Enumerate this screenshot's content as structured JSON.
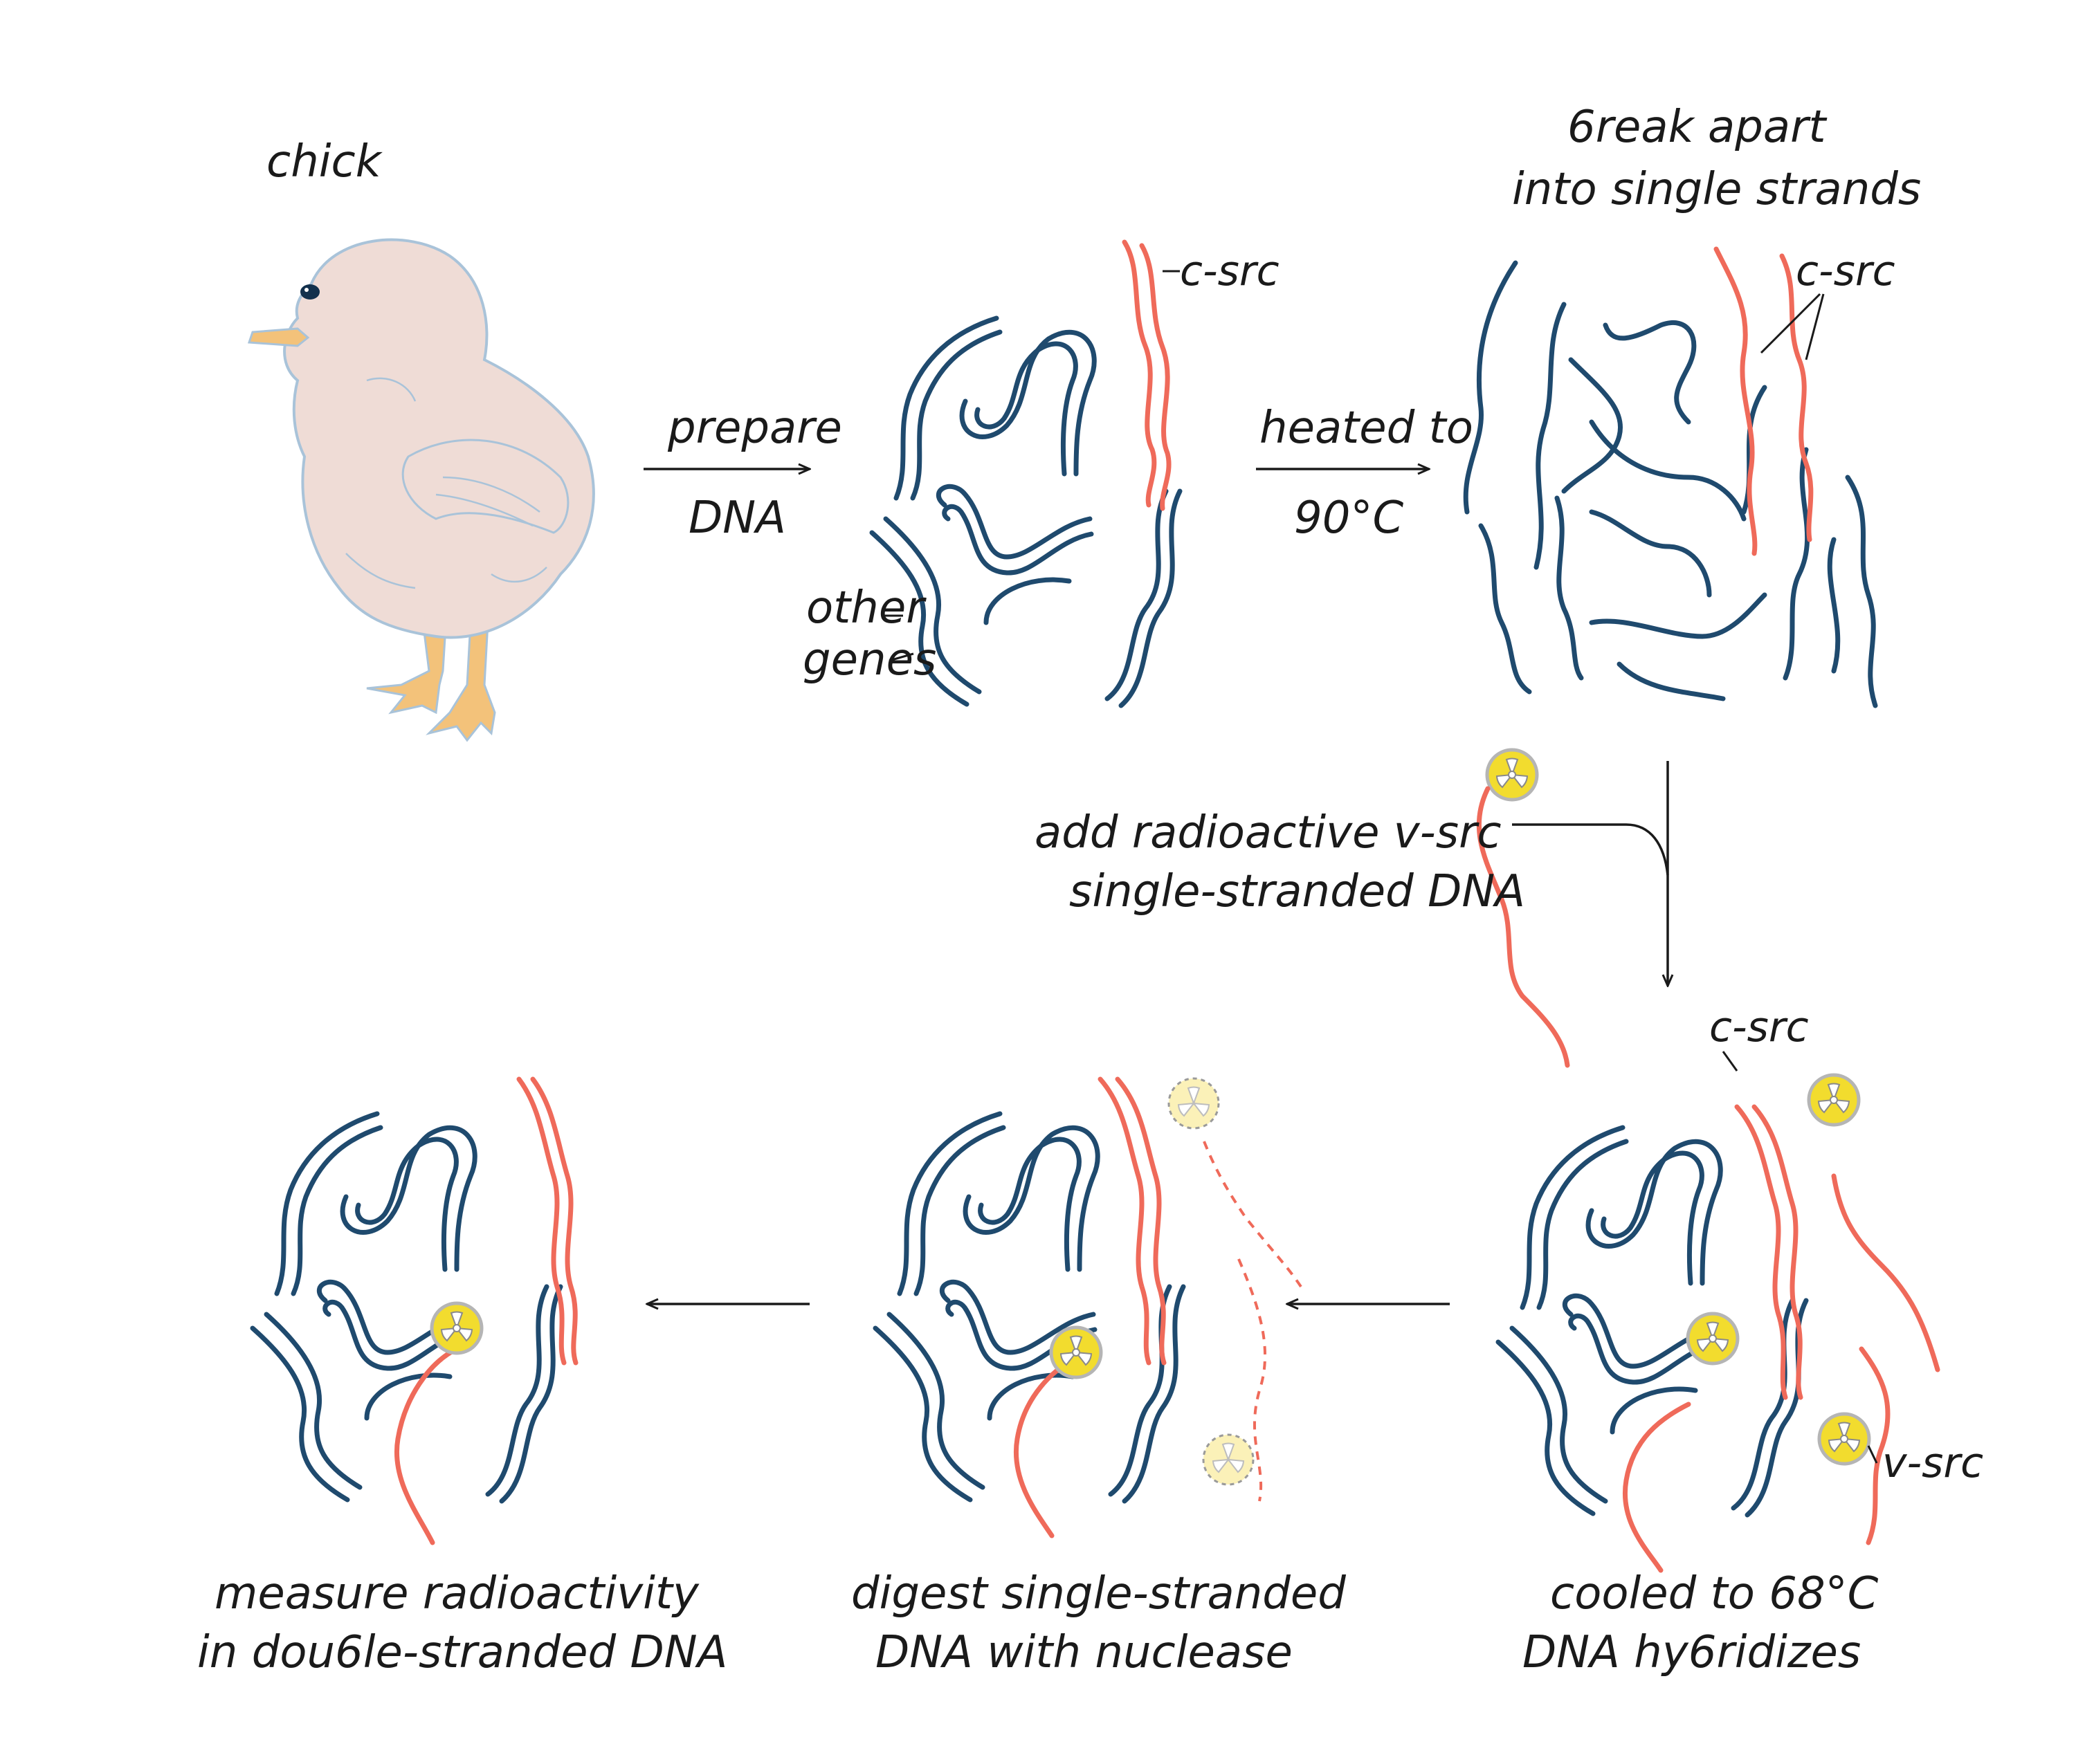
{
  "labels": {
    "chick": "chick",
    "prepare": "prepare",
    "dna": "DNA",
    "other_genes_1": "other",
    "other_genes_2": "genes",
    "csrc_a": "c-src",
    "heated_to": "heated to",
    "temp_90": "90°C",
    "break_apart_1": "6reak apart",
    "break_apart_2": "into single strands",
    "csrc_b": "c-src",
    "add_probe_1": "add radioactive v-src",
    "add_probe_2": "single-stranded DNA",
    "csrc_c": "c-src",
    "vsrc": "v-src",
    "cooled_1": "cooled to 68°C",
    "cooled_2": "DNA hy6ridizes",
    "digest_1": "digest single-stranded",
    "digest_2": "DNA  with nuclease",
    "measure_1": "measure radioactivity",
    "measure_2": "in dou6le-stranded DNA"
  },
  "icons": {
    "chick": "chick-illustration",
    "radioactive": "radioactive-trefoil-icon"
  },
  "colors": {
    "gene_strand": "#1f4a6e",
    "src_strand": "#ef6a5a",
    "radioactive_fill": "#f2dc2e",
    "radioactive_faded": "#fbf1b8",
    "chick_body": "#efdcd6",
    "chick_outline": "#a9c3d9",
    "chick_beak_feet": "#f3c27a"
  }
}
